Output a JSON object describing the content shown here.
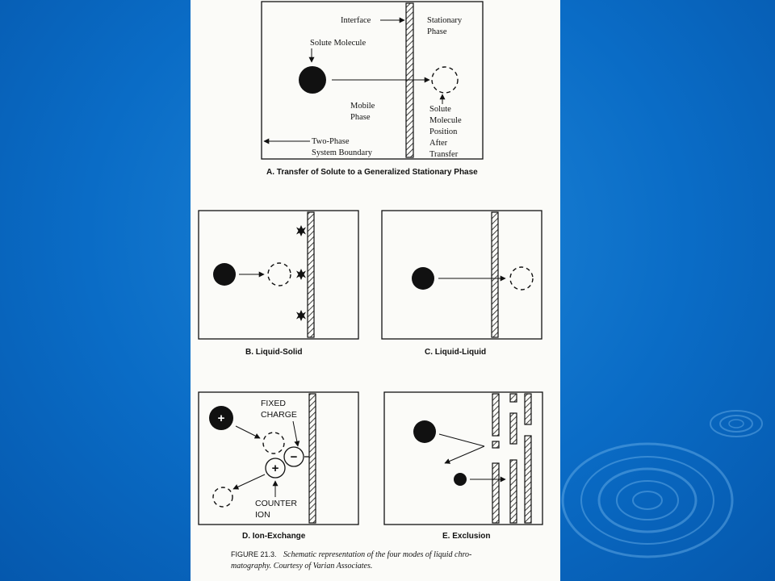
{
  "panel_a": {
    "interface": "Interface",
    "stationary": [
      "Stationary",
      "Phase"
    ],
    "solute_molecule": "Solute Molecule",
    "mobile": [
      "Mobile",
      "Phase"
    ],
    "position_after": [
      "Solute",
      "Molecule",
      "Position",
      "After",
      "Transfer"
    ],
    "boundary": [
      "Two-Phase",
      "System Boundary"
    ],
    "caption": "A. Transfer of Solute to a Generalized Stationary Phase"
  },
  "panel_b": {
    "caption": "B. Liquid-Solid"
  },
  "panel_c": {
    "caption": "C. Liquid-Liquid"
  },
  "panel_d": {
    "fixed_charge": [
      "FIXED",
      "CHARGE"
    ],
    "counter_ion": [
      "COUNTER",
      "ION"
    ],
    "plus_sign": "+",
    "minus_sign": "−",
    "caption": "D. Ion-Exchange"
  },
  "panel_e": {
    "caption": "E. Exclusion"
  },
  "figure_caption": {
    "number": "FIGURE 21.3.",
    "line1": "Schematic representation of the four modes of liquid chro-",
    "line2": "matography. Courtesy of Varian Associates."
  }
}
